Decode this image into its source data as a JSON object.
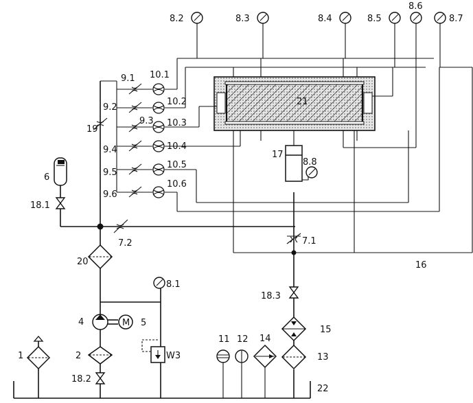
{
  "figure": {
    "labels": {
      "g8_2": "8.2",
      "g8_3": "8.3",
      "g8_4": "8.4",
      "g8_5": "8.5",
      "g8_6": "8.6",
      "g8_7": "8.7",
      "g8_1": "8.1",
      "g8_8": "8.8",
      "v9_1": "9.1",
      "v9_2": "9.2",
      "v9_3": "9.3",
      "v9_4": "9.4",
      "v9_5": "9.5",
      "v9_6": "9.6",
      "f10_1": "10.1",
      "f10_2": "10.2",
      "f10_3": "10.3",
      "f10_4": "10.4",
      "f10_5": "10.5",
      "f10_6": "10.6",
      "n19": "19",
      "n6": "6",
      "n18_1": "18.1",
      "n7_2": "7.2",
      "n7_1": "7.1",
      "n20": "20",
      "n21": "21",
      "n17": "17",
      "n16": "16",
      "n4": "4",
      "n5": "5",
      "n2": "2",
      "n1": "1",
      "n18_2": "18.2",
      "n18_3": "18.3",
      "n15": "15",
      "n13": "13",
      "n11": "11",
      "n12": "12",
      "n14": "14",
      "n22": "22",
      "motor": "M",
      "spring": "W3"
    },
    "colors": {
      "line": "#111111",
      "background": "#ffffff",
      "hatch_fill": "#dddddd"
    }
  }
}
